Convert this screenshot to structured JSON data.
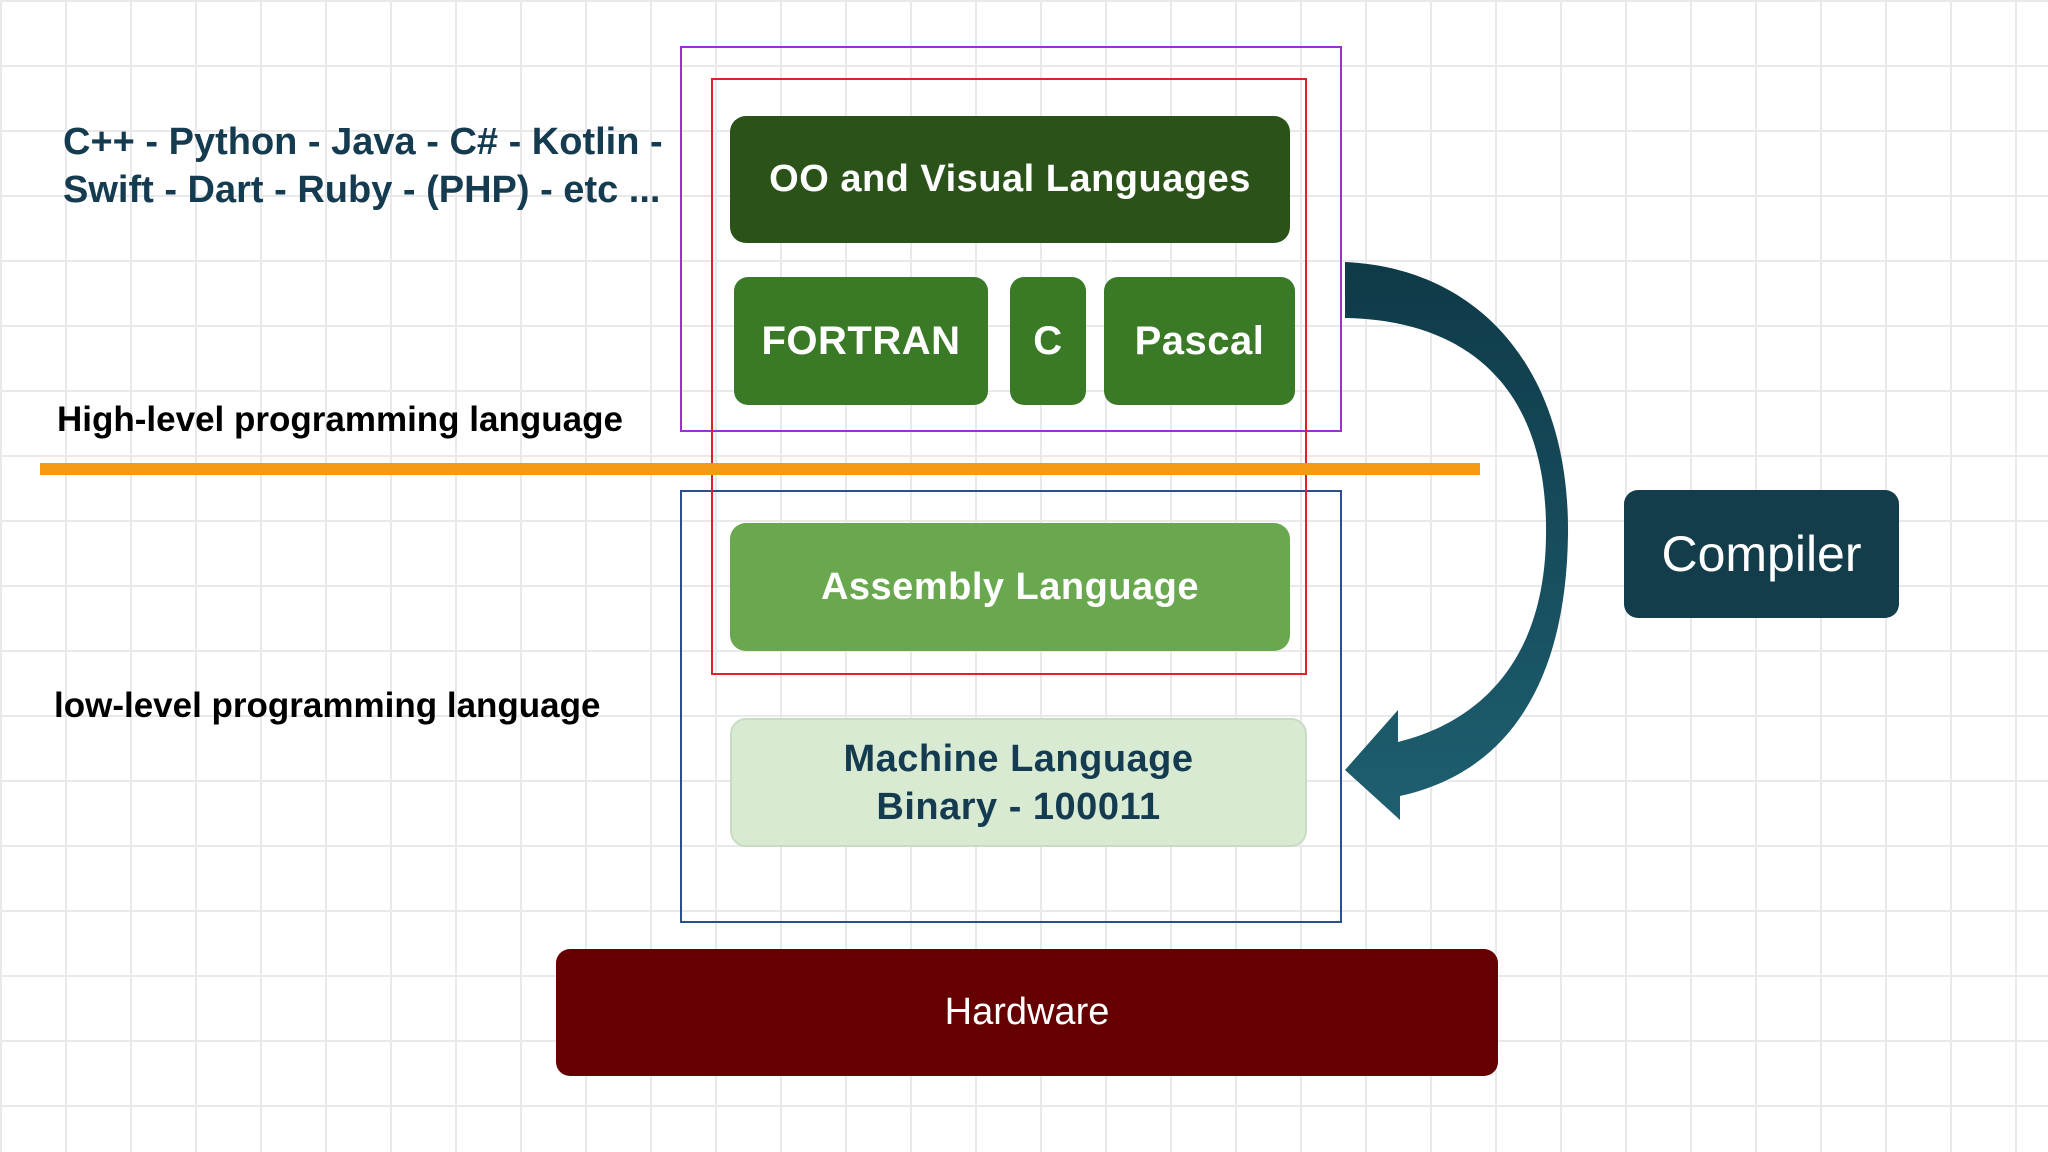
{
  "languages": {
    "oo_visual": "OO and Visual Languages",
    "fortran": "FORTRAN",
    "c": "C",
    "pascal": "Pascal",
    "assembly": "Assembly Language",
    "machine_line1": "Machine Language",
    "machine_line2": "Binary - 100011",
    "hardware": "Hardware"
  },
  "compiler": "Compiler",
  "levels": {
    "high": "High-level programming language",
    "low": "low-level programming language"
  },
  "examples": {
    "line1": "C++ - Python - Java - C# - Kotlin -",
    "line2": "Swift - Dart - Ruby - (PHP) - etc ..."
  },
  "colors": {
    "oo_box": "#2a5219",
    "mid_boxes": "#3a7a26",
    "assembly_box": "#6aa84f",
    "machine_box": "#d9ead3",
    "hardware_box": "#660000",
    "compiler_box": "#133d4a",
    "divider": "#f59a12",
    "frame_high": "#9b30d0",
    "frame_compiled": "#e0202a",
    "frame_low": "#2b4f8c"
  }
}
